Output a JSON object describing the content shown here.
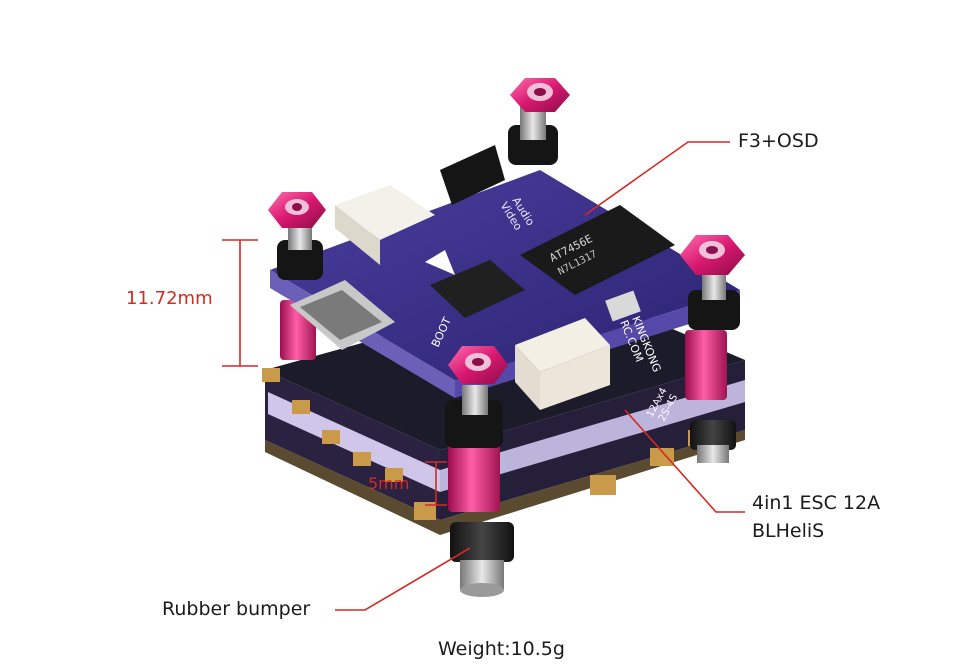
{
  "labels": {
    "f3_osd": "F3+OSD",
    "esc_line1": "4in1 ESC 12A",
    "esc_line2": "BLHeliS",
    "rubber_bumper": "Rubber bumper",
    "weight": "Weight:10.5g",
    "height_stack": "11.72mm",
    "height_standoff": "5mm"
  },
  "board_markings": {
    "chip_main": "AT7456E",
    "chip_code": "N7L1317",
    "brand_line1": "KINGKONG",
    "brand_line2": "RC.COM",
    "audio": "Audio",
    "video": "Video",
    "boot": "BOOT",
    "esc_spec1": "12Ax4",
    "esc_spec2": "2S-4S"
  },
  "colors": {
    "annotation_red": "#d42a22",
    "pcb_purple": "#3a2f86",
    "nut_pink": "#e0207a"
  }
}
